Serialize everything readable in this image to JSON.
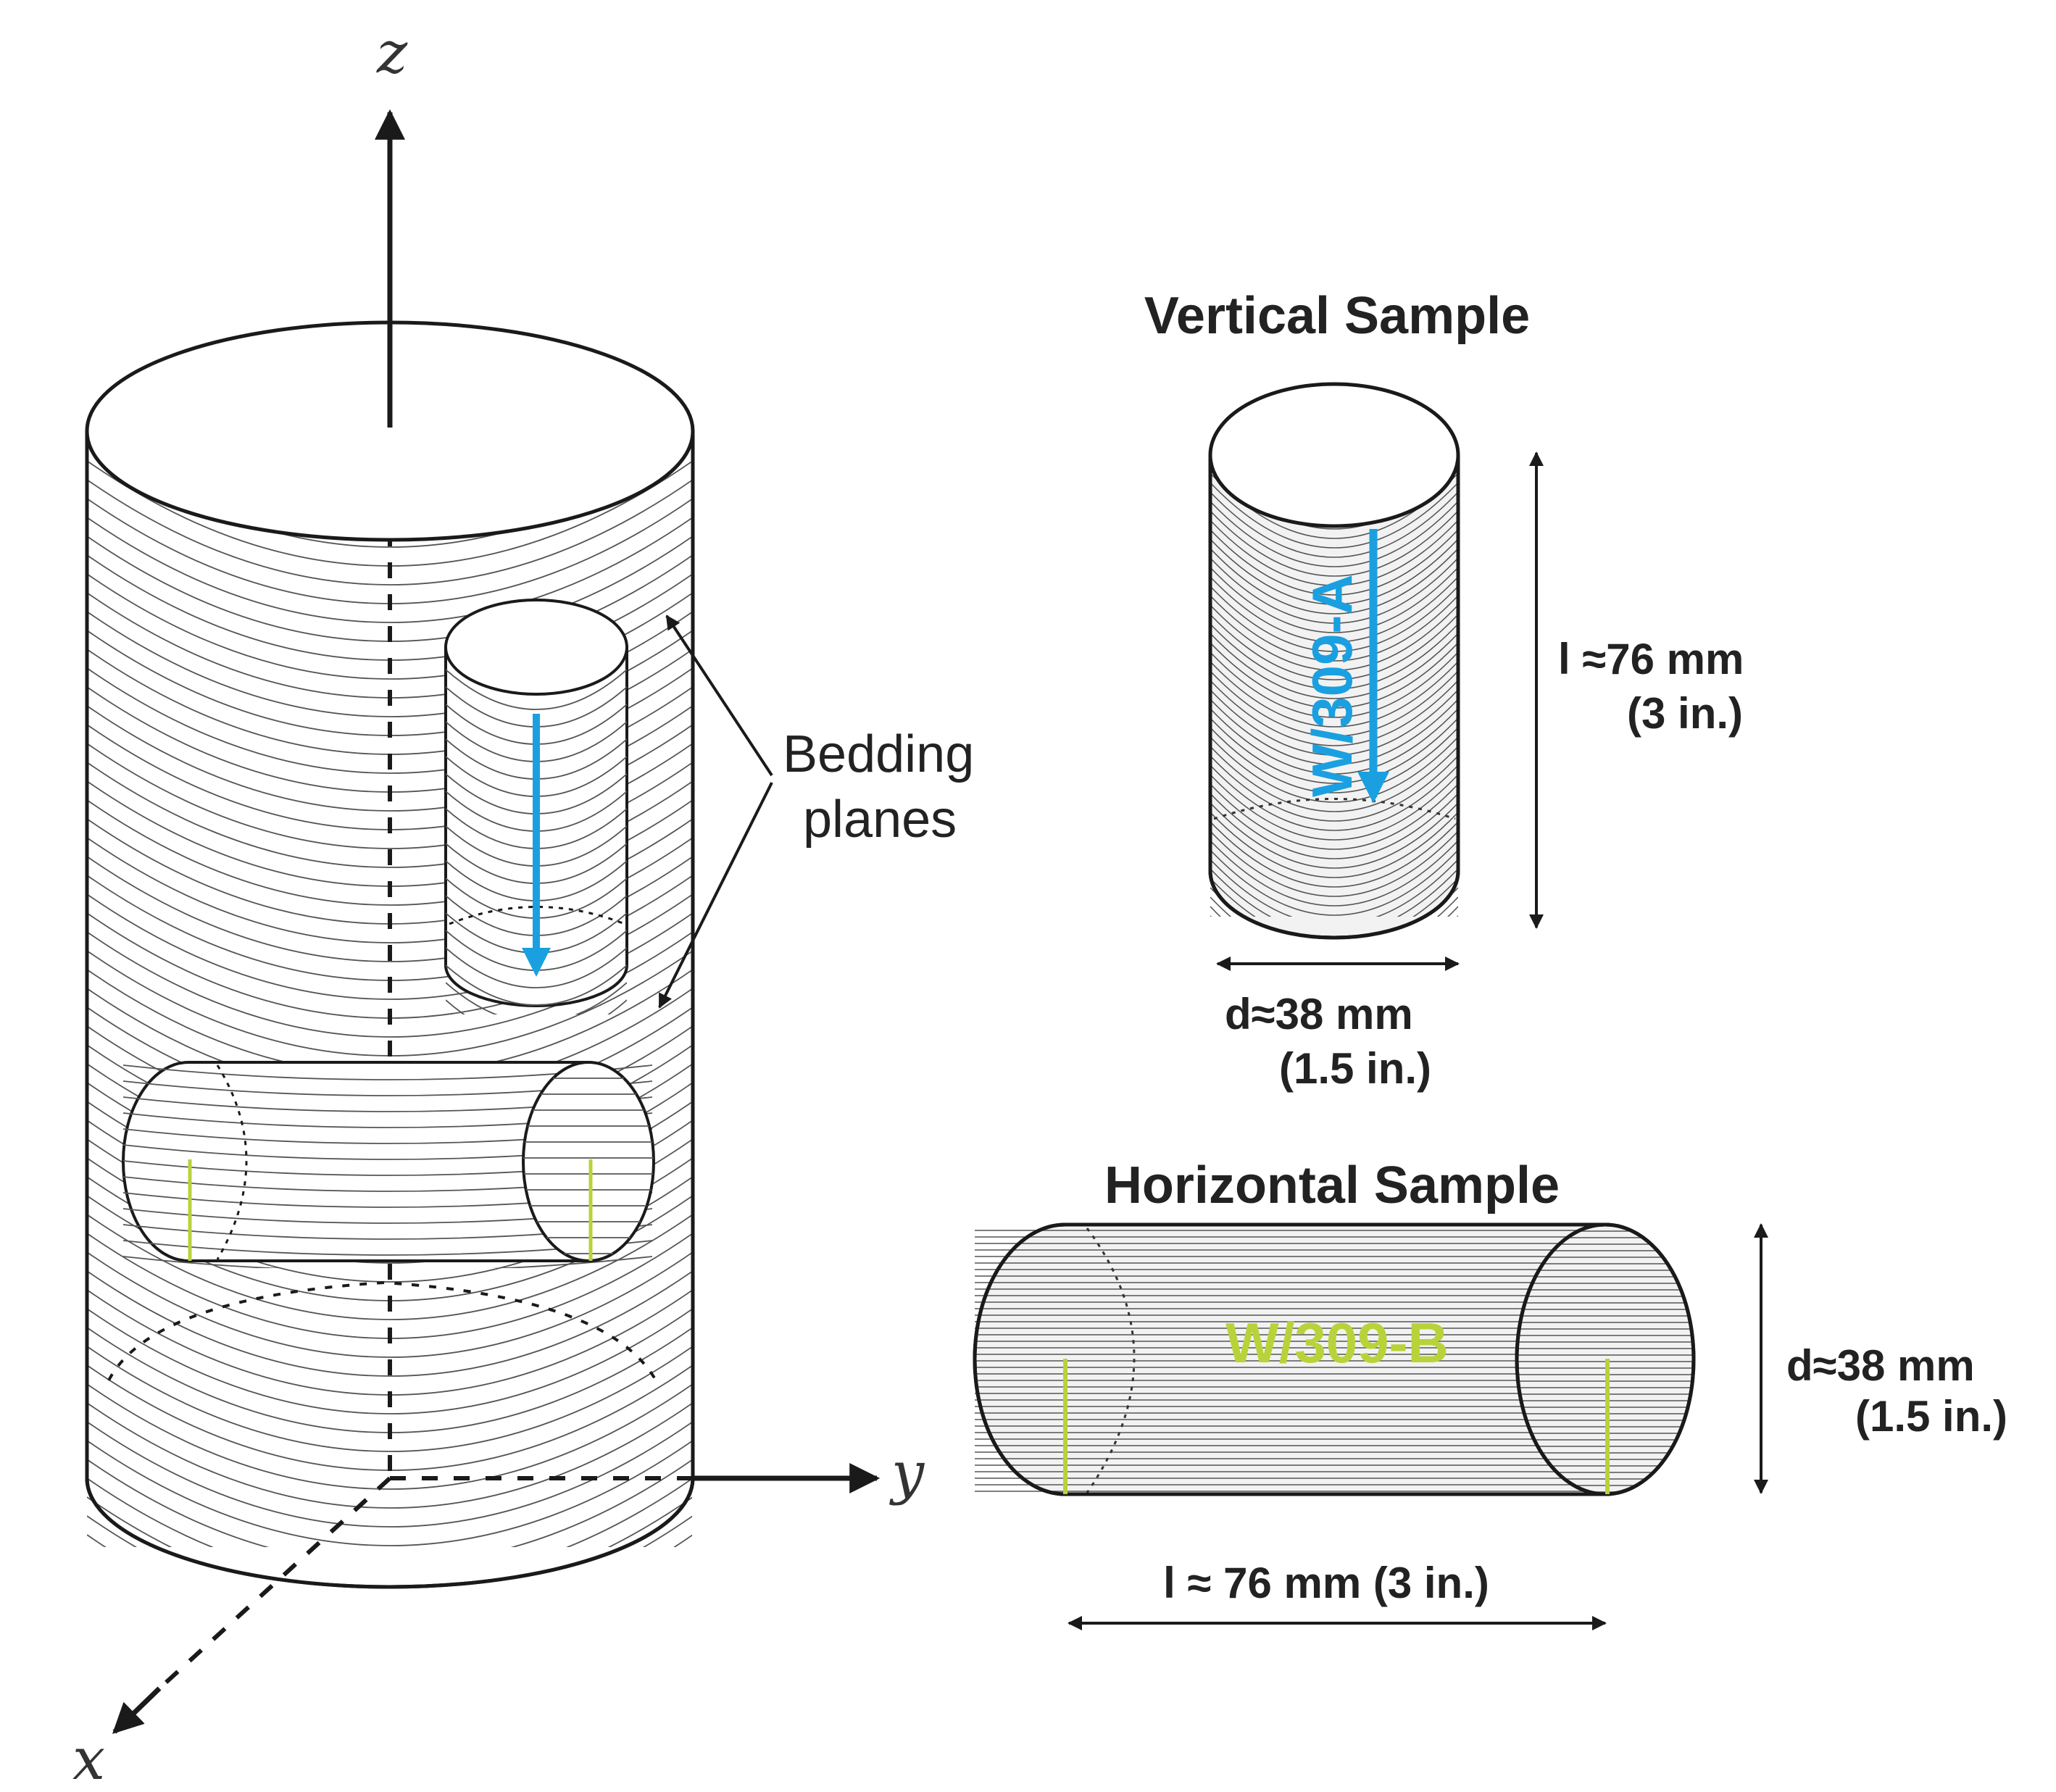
{
  "axes": {
    "x": "x",
    "y": "y",
    "z": "z"
  },
  "annotation": {
    "line1": "Bedding",
    "line2": "planes"
  },
  "vertical_sample": {
    "title": "Vertical Sample",
    "id": "W/309-A",
    "length": "l ≈76 mm",
    "length_in": "(3 in.)",
    "diameter": "d≈38 mm",
    "diameter_in": "(1.5 in.)"
  },
  "horizontal_sample": {
    "title": "Horizontal Sample",
    "id": "W/309-B",
    "diameter": "d≈38 mm",
    "diameter_in": "(1.5 in.)",
    "length": "l ≈ 76 mm (3 in.)"
  },
  "colors": {
    "blue_arrow": "#1aa0e0",
    "green_marker": "#b8d33a",
    "stroke": "#1a1a1a",
    "bedding": "#555555"
  }
}
